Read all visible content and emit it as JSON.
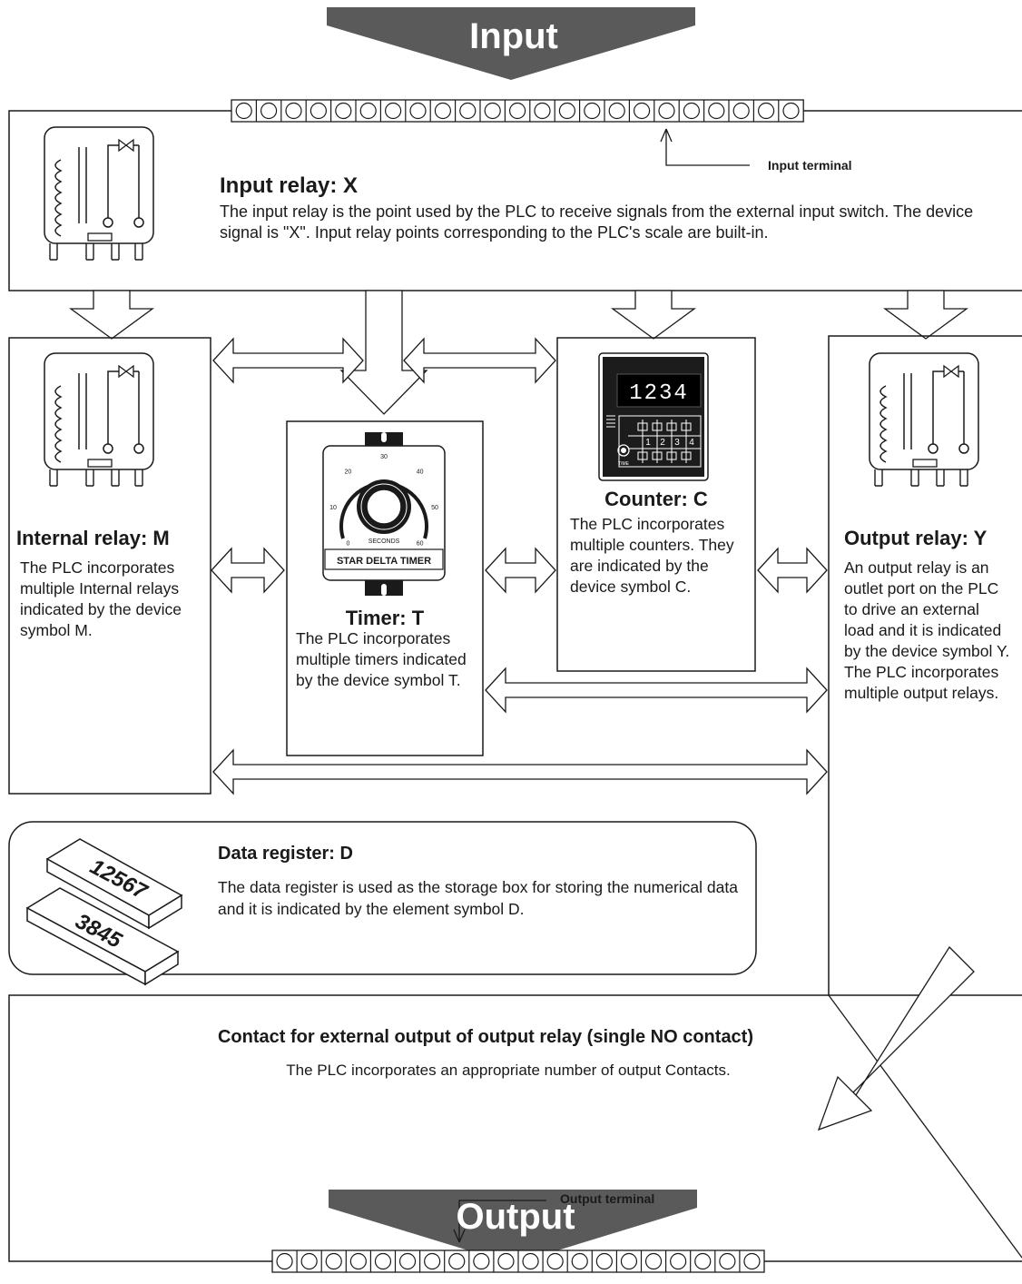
{
  "banners": {
    "input": "Input",
    "output": "Output"
  },
  "input_terminal_label": "Input terminal",
  "output_terminal_label": "Output terminal",
  "input_relay": {
    "title": "Input relay: X",
    "description": "The input relay is the point used by the PLC to receive signals from the external input switch. The device signal is \"X\". Input relay points corresponding to the PLC's scale are built-in."
  },
  "internal_relay": {
    "title": "Internal relay: M",
    "description": "The PLC incorporates multiple Internal relays indicated by the device symbol M."
  },
  "timer": {
    "title": "Timer: T",
    "description": "The PLC incorporates multiple timers indicated by the device symbol T.",
    "dial_unit": "SECONDS",
    "dial_ticks": [
      "0",
      "10",
      "20",
      "30",
      "40",
      "50",
      "60"
    ],
    "device_label": "STAR DELTA TIMER"
  },
  "counter": {
    "title": "Counter: C",
    "description": "The PLC incorporates multiple counters. They are indicated by the device symbol C.",
    "display_value": "1234",
    "digit_wheels": [
      "1",
      "2",
      "3",
      "4"
    ],
    "button_label": "TIME"
  },
  "output_relay": {
    "title": "Output relay: Y",
    "description": "An output relay is an outlet port on the PLC to drive an external load and it is indicated by the device symbol Y. The PLC incorporates multiple output relays."
  },
  "data_register": {
    "title": "Data register: D",
    "description": "The data register is used as the storage box for storing the numerical data and it is indicated by the element symbol D.",
    "block_values": [
      "12567",
      "3845"
    ]
  },
  "output_contact": {
    "title": "Contact for external output of output relay (single NO contact)",
    "description": "The PLC incorporates an appropriate number of output Contacts."
  },
  "colors": {
    "banner": "#5a5a5a",
    "line": "#1a1a1a",
    "counter_face": "#1c1c1c"
  }
}
